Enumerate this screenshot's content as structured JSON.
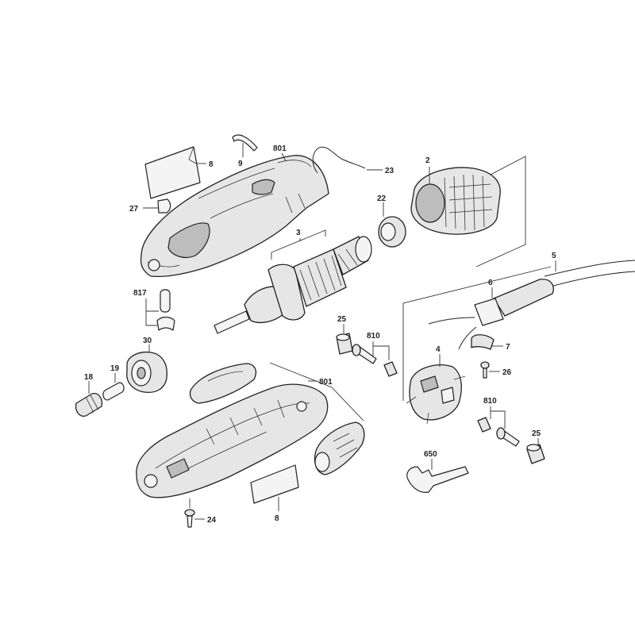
{
  "labels": {
    "l8a": "8",
    "l9": "9",
    "l801a": "801",
    "l23": "23",
    "l27": "27",
    "l2": "2",
    "l22": "22",
    "l3": "3",
    "l5": "5",
    "l6": "6",
    "l817": "817",
    "l25a": "25",
    "l810a": "810",
    "l7": "7",
    "l30": "30",
    "l4": "4",
    "l26": "26",
    "l18": "18",
    "l19": "19",
    "l801b": "801",
    "l810b": "810",
    "l25b": "25",
    "l650": "650",
    "l24": "24",
    "l8b": "8"
  }
}
